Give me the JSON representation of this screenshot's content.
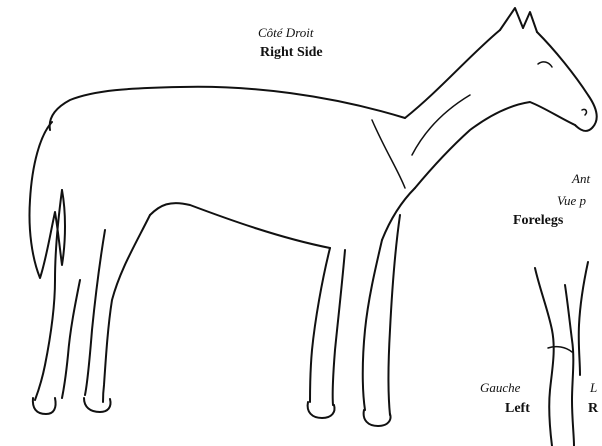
{
  "labels": {
    "side_fr": "Côté Droit",
    "side_en": "Right Side",
    "front_fr_1": "Ant",
    "front_fr_2": "Vue p",
    "front_en": "Forelegs",
    "left_fr": "Gauche",
    "left_en": "Left",
    "right_fr": "L",
    "right_en": "R"
  }
}
